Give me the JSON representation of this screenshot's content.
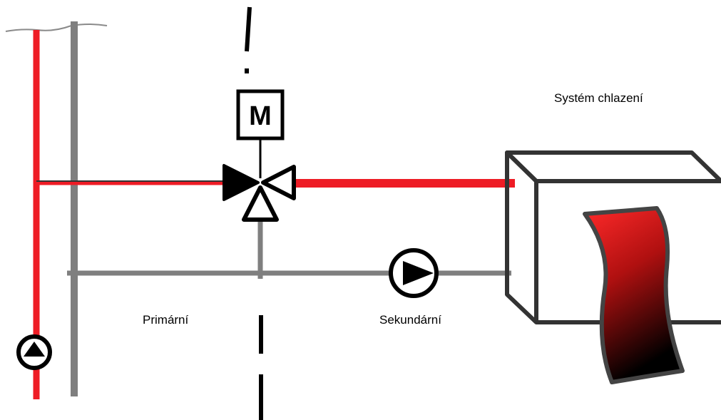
{
  "labels": {
    "system": "Systém chlazení",
    "primary": "Primární",
    "secondary": "Sekundární"
  },
  "valve": {
    "motor_letter": "M"
  },
  "colors": {
    "hot_pipe": "#ee1c25",
    "cold_pipe": "#7f7f7f",
    "outline": "#000000",
    "unit_frame": "#333333",
    "coil_gradient_top": "#ff2a2a",
    "coil_gradient_bottom": "#000000"
  },
  "icons": {
    "motor": "motor-actuator-icon",
    "valve": "three-way-valve-icon",
    "pump": "circulation-pump-icon",
    "cooling_unit": "cooling-unit-icon",
    "coil": "cooling-coil-icon"
  }
}
